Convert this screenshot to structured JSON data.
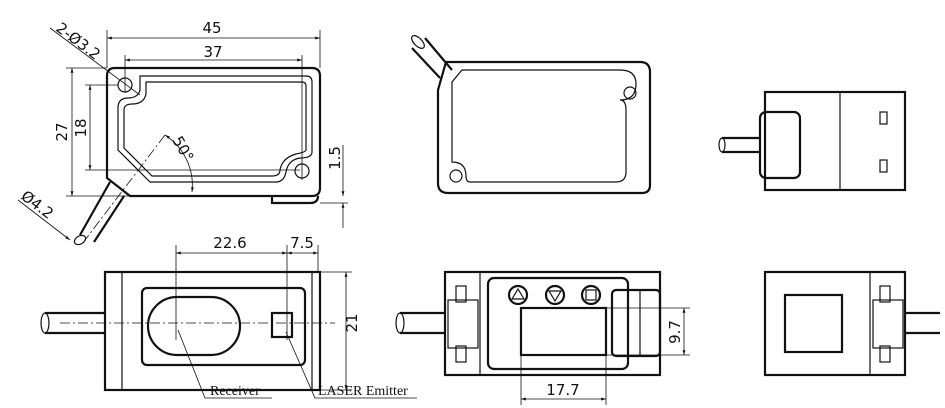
{
  "dimensions": {
    "width_overall": "45",
    "hole_spacing_h": "37",
    "height_overall": "27",
    "hole_spacing_v": "18",
    "offset": "1.5",
    "cable_angle": "50°",
    "mount_holes": "2-Ø3.2",
    "cable_diameter": "Ø4.2",
    "receiver_offset": "22.6",
    "emitter_offset": "7.5",
    "depth": "21",
    "display_height": "9.7",
    "display_width": "17.7"
  },
  "labels": {
    "receiver": "Receiver",
    "emitter": "LASER Emitter"
  }
}
